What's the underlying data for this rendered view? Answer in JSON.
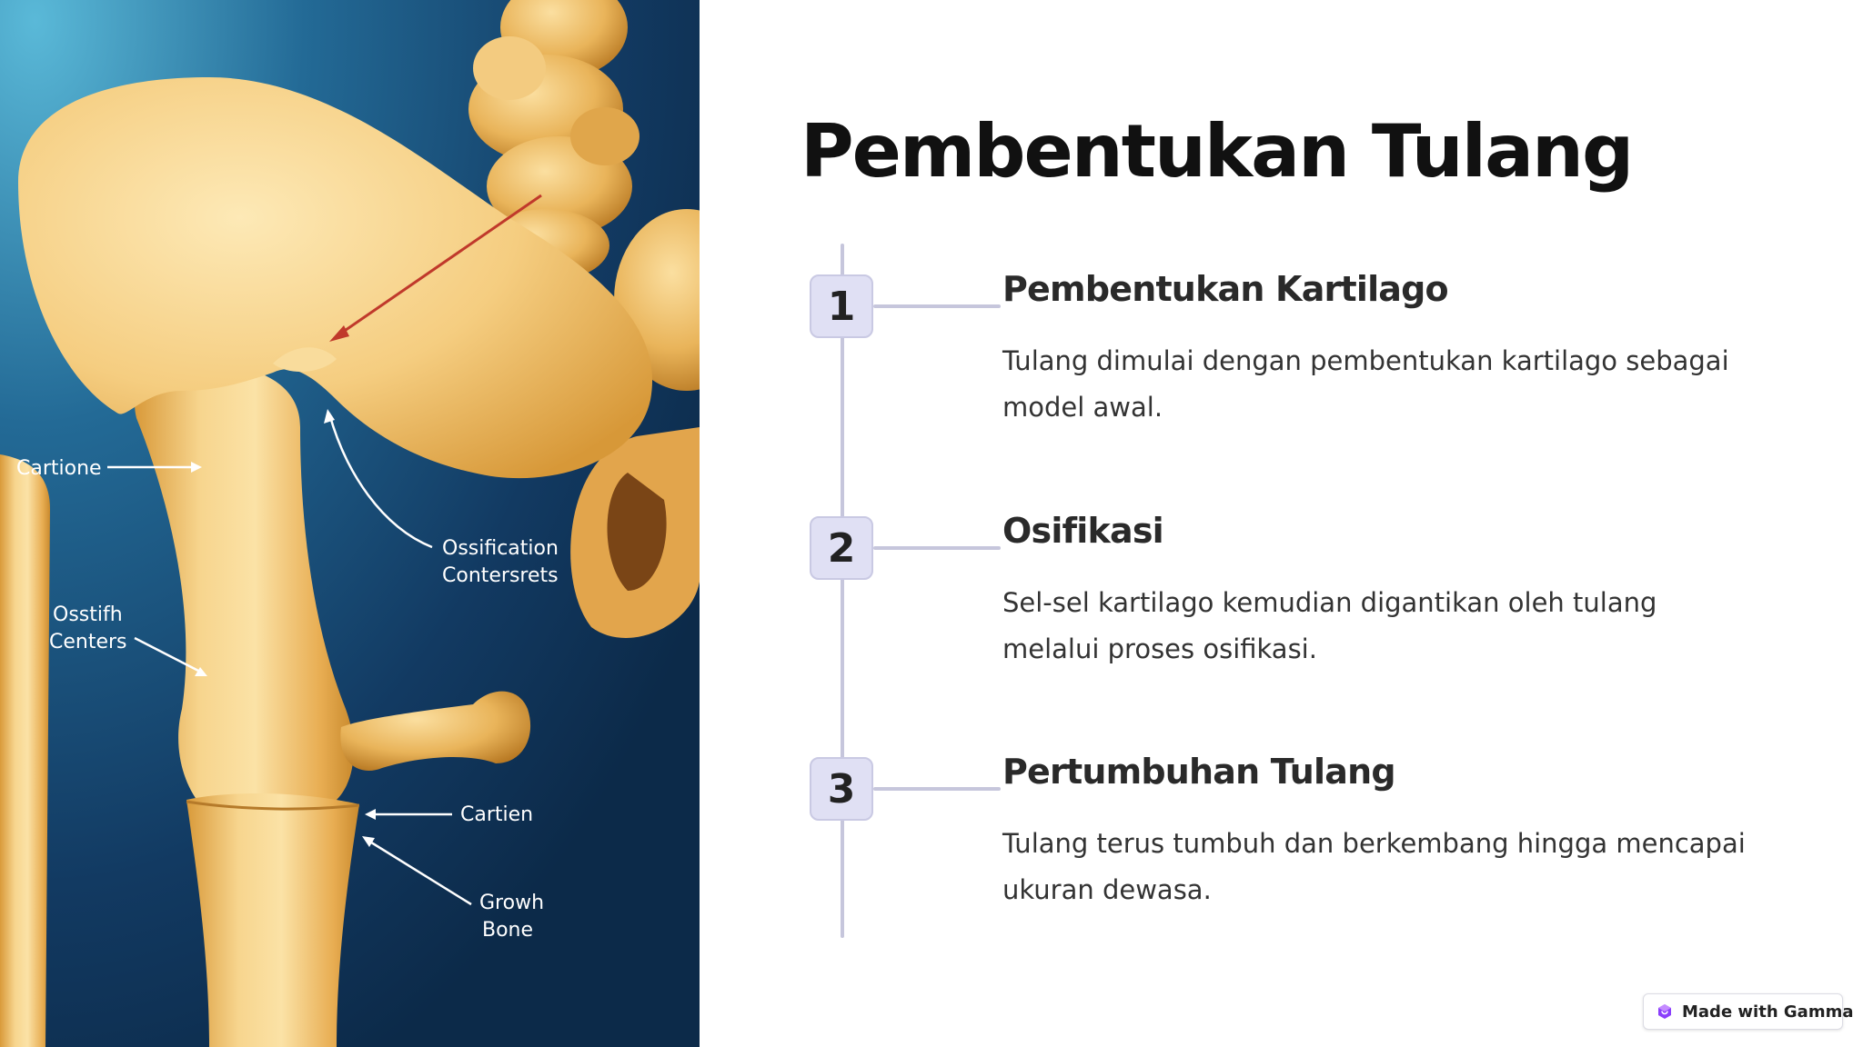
{
  "slide": {
    "title": "Pembentukan Tulang"
  },
  "illustration": {
    "labels": {
      "cartione": "Cartione",
      "ossification_1": "Ossification",
      "ossification_2": "Contersrets",
      "osstifh_1": "Osstifh",
      "osstifh_2": "Centers",
      "cartien": "Cartien",
      "growth_1": "Growh",
      "growth_2": "Bone"
    }
  },
  "timeline": {
    "steps": [
      {
        "number": "1",
        "title": "Pembentukan Kartilago",
        "text": "Tulang dimulai dengan pembentukan kartilago sebagai model awal."
      },
      {
        "number": "2",
        "title": "Osifikasi",
        "text": "Sel-sel kartilago kemudian digantikan oleh tulang melalui proses osifikasi."
      },
      {
        "number": "3",
        "title": "Pertumbuhan Tulang",
        "text": "Tulang terus tumbuh dan berkembang hingga mencapai ukuran dewasa."
      }
    ]
  },
  "badge": {
    "label": "Made with Gamma",
    "icon": "gamma-logo-icon"
  },
  "colors": {
    "background": "#ffffff",
    "timeline_line": "#c6c6dc",
    "step_badge_bg": "#e0e0f4",
    "title_text": "#111111",
    "illustration_bg_dark": "#0e2f4f",
    "illustration_bg_light": "#3f9fc3",
    "bone": "#f2c36b"
  }
}
